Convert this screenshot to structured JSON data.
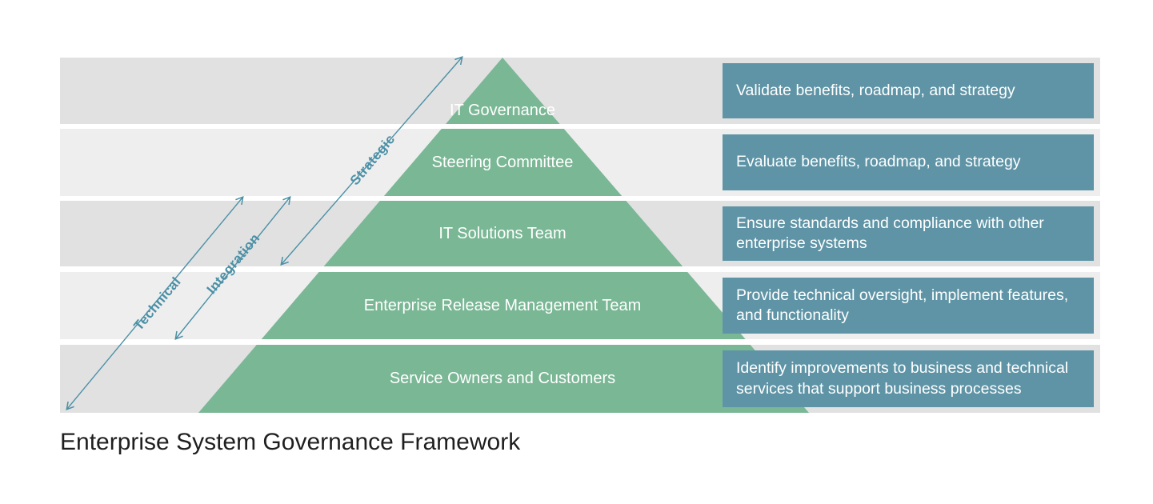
{
  "title": "Enterprise System Governance Framework",
  "colors": {
    "pyramid_green": "#7ab795",
    "callout_teal": "#5e94a6",
    "arrow_blue": "#4b90a6",
    "band_dark": "#e1e1e1",
    "band_light": "#eeeeee"
  },
  "axis_labels": {
    "technical": "Technical",
    "integration": "Integration",
    "strategic": "Strategic"
  },
  "levels": [
    {
      "label": "IT Governance",
      "description": "Validate benefits, roadmap, and strategy"
    },
    {
      "label": "Steering Committee",
      "description": "Evaluate benefits, roadmap, and strategy"
    },
    {
      "label": "IT Solutions Team",
      "description": "Ensure standards and compliance with other enterprise systems"
    },
    {
      "label": "Enterprise Release Management Team",
      "description": "Provide technical oversight, implement features, and functionality"
    },
    {
      "label": "Service Owners and Customers",
      "description": "Identify improvements to business and technical services that support business processes"
    }
  ]
}
